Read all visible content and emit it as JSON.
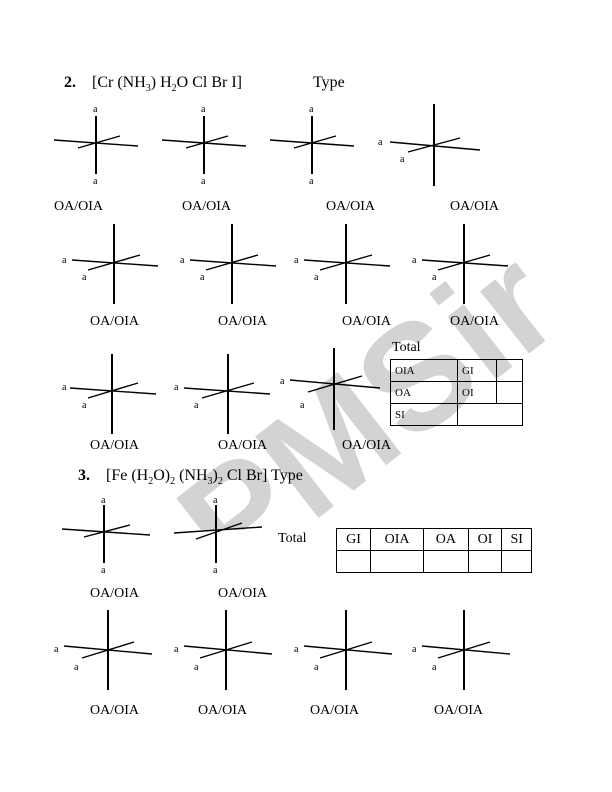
{
  "q2": {
    "number": "2.",
    "formula_html": "[Cr (NH<sub>3</sub>) H<sub>2</sub>O Cl Br I]",
    "type_label": "Type",
    "axis_label": "a",
    "oa_label": "OA/OIA"
  },
  "q2_total": {
    "title": "Total",
    "cells": {
      "oia": "OIA",
      "gi": "GI",
      "oa": "OA",
      "oi": "OI",
      "si": "SI"
    }
  },
  "q3": {
    "number": "3.",
    "formula_html": "[Fe (H<sub>2</sub>O)<sub>2</sub> (NH<sub>3</sub>)<sub>2</sub> Cl Br] Type",
    "axis_label": "a",
    "oa_label": "OA/OIA"
  },
  "q3_total": {
    "title": "Total",
    "headers": [
      "GI",
      "OIA",
      "OA",
      "OI",
      "SI"
    ]
  },
  "watermark": {
    "text": "PMSir",
    "color": "#c8c8c8"
  }
}
